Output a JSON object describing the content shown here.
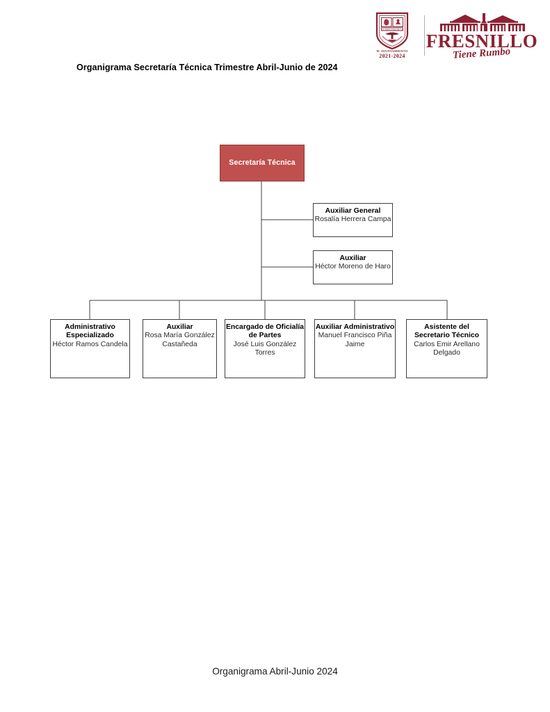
{
  "header": {
    "shield": {
      "icon": "municipal-shield-icon",
      "caption_line1": "H. AYUNTAMIENTO",
      "caption_line2": "2021-2024"
    },
    "brand": {
      "icon": "fresnillo-aqueduct-icon",
      "wordmark": "FRESNILLO",
      "tagline": "Tiene Rumbo",
      "color": "#8c2233"
    }
  },
  "document": {
    "title": "Organigrama Secretaría Técnica Trimestre Abril-Junio de 2024",
    "footer": "Organigrama Abril-Junio 2024"
  },
  "colors": {
    "root_fill": "#c0504d",
    "root_text": "#ffffff",
    "node_border": "#3f3f3f",
    "connector": "#3f3f3f"
  },
  "chart_data": {
    "type": "diagram",
    "title": "Organigrama Secretaría Técnica Trimestre Abril-Junio de 2024",
    "root": {
      "id": "root",
      "role": "Secretaría Técnica",
      "person": "",
      "highlight": true
    },
    "staff": [
      {
        "id": "aux-general",
        "role": "Auxiliar General",
        "person": "Rosalía Herrera Campa"
      },
      {
        "id": "auxiliar",
        "role": "Auxiliar",
        "person": "Héctor Moreno de Haro"
      }
    ],
    "subordinates": [
      {
        "id": "admin-especializado",
        "role": "Administrativo Especializado",
        "person": "Héctor Ramos Candela"
      },
      {
        "id": "auxiliar-rosa",
        "role": "Auxiliar",
        "person": "Rosa María González Castañeda"
      },
      {
        "id": "encargado-oficialia",
        "role": "Encargado de Oficialía de Partes",
        "person": "José Luis González Torres"
      },
      {
        "id": "auxiliar-administrativo",
        "role": "Auxiliar Administrativo",
        "person": "Manuel Francisco Piña Jaime"
      },
      {
        "id": "asistente-secretario",
        "role": "Asistente del Secretario Técnico",
        "person": "Carlos Emir Arellano Delgado"
      }
    ]
  }
}
